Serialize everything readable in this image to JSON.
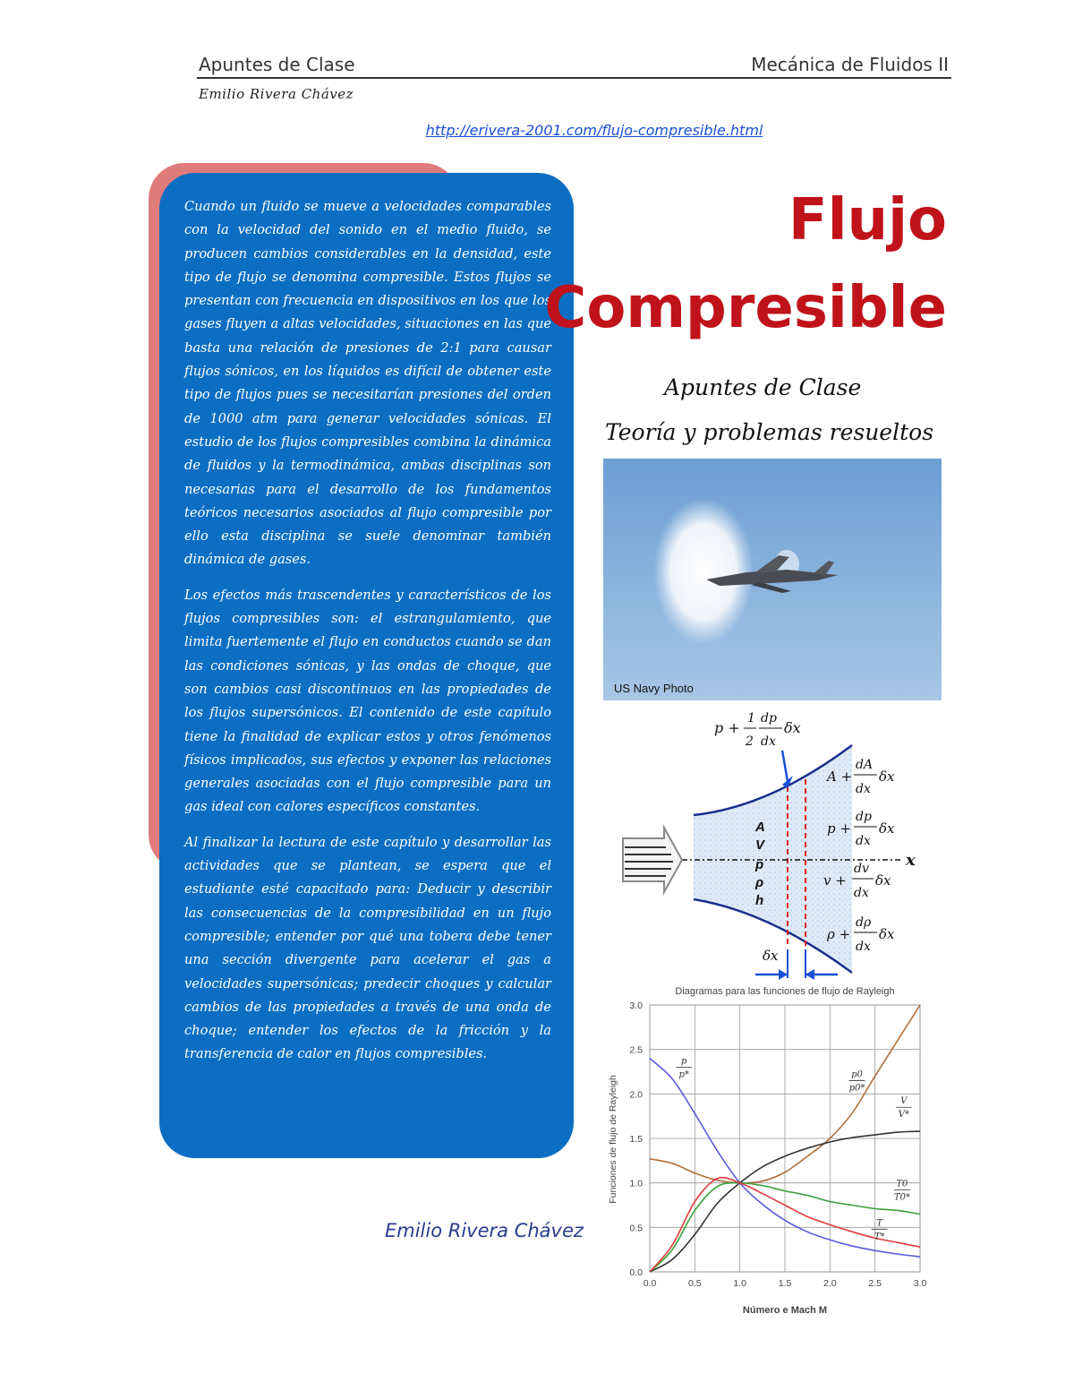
{
  "header": {
    "left": "Apuntes de Clase",
    "right": "Mecánica de Fluidos II",
    "signature": "Emilio Rivera Chávez"
  },
  "url": "http://erivera-2001.com/flujo-compresible.html",
  "title": {
    "line1": "Flujo",
    "line2": "Compresible"
  },
  "subtitle": {
    "line1": "Apuntes de Clase",
    "line2": "Teoría y problemas resueltos"
  },
  "intro": {
    "paragraphs": [
      "Cuando un fluido se mueve a velocidades comparables con la velocidad del sonido en el medio fluido, se producen cambios considerables en la densidad, este tipo de flujo se denomina compresible. Estos flujos se presentan con frecuencia en dispositivos en los que los gases fluyen a altas velocidades, situaciones en las que basta una relación de presiones de 2:1 para causar flujos sónicos, en los líquidos es difícil de obtener este tipo de flujos pues se necesitarían presiones del orden de 1000 atm para generar velocidades sónicas. El estudio de los flujos compresibles combina la dinámica de fluidos y la termodinámica, ambas disciplinas son necesarias para el desarrollo de los fundamentos teóricos necesarios asociados al flujo compresible por ello esta disciplina se suele denominar también dinámica de gases.",
      "Los efectos más trascendentes y característicos de los flujos compresibles son: el estrangulamiento, que limita fuertemente el flujo en conductos cuando se dan las condiciones sónicas, y las ondas de choque, que son cambios casi discontinuos en las propiedades de los flujos supersónicos. El contenido de este capítulo tiene la finalidad de explicar estos y otros fenómenos físicos implicados, sus efectos y exponer las relaciones generales asociadas con el flujo compresible para un gas ideal con calores específicos constantes.",
      "Al finalizar la lectura de este capítulo y desarrollar las actividades que se plantean, se espera que el estudiante esté capacitado para: Deducir y describir las consecuencias de la compresibilidad en un flujo compresible; entender por qué una tobera debe tener una sección divergente para acelerar el gas a velocidades supersónicas; predecir choques y calcular cambios de las propiedades a través de una onda de choque; entender los efectos de la fricción y la transferencia de calor en flujos compresibles."
    ]
  },
  "photo": {
    "caption": "US Navy Photo"
  },
  "nozzle_diagram": {
    "top_label_p": "p +",
    "top_label_frac_num": "1",
    "top_label_frac_den": "2",
    "top_label_d_num": "dp",
    "top_label_d_den": "dx",
    "delta_x": "δx",
    "axis_x": "x",
    "inner_labels": [
      "A",
      "V",
      "p",
      "ρ",
      "h"
    ],
    "right_labels": [
      {
        "base": "A +",
        "num": "dA",
        "den": "dx"
      },
      {
        "base": "p +",
        "num": "dp",
        "den": "dx"
      },
      {
        "base": "v +",
        "num": "dv",
        "den": "dx"
      },
      {
        "base": "ρ +",
        "num": "dρ",
        "den": "dx"
      }
    ]
  },
  "author": "Emilio Rivera Chávez",
  "chart_data": {
    "type": "line",
    "title": "Diagramas para las funciones de flujo de Rayleigh",
    "xlabel": "Número e Mach M",
    "ylabel": "Funciones de flujo de Rayleigh",
    "xlim": [
      0,
      3.0
    ],
    "ylim": [
      0,
      3.0
    ],
    "xticks": [
      "0.0",
      "0.5",
      "1.0",
      "1.5",
      "2.0",
      "2.5",
      "3.0"
    ],
    "yticks": [
      "0.0",
      "0.5",
      "1.0",
      "1.5",
      "2.0",
      "2.5",
      "3.0"
    ],
    "grid": true,
    "x": [
      0,
      0.25,
      0.5,
      0.75,
      1.0,
      1.25,
      1.5,
      1.75,
      2.0,
      2.25,
      2.5,
      2.75,
      3.0
    ],
    "series": [
      {
        "name": "p/p*",
        "color": "#5a5ae0",
        "values": [
          2.4,
          2.17,
          1.78,
          1.36,
          1.0,
          0.76,
          0.58,
          0.45,
          0.36,
          0.29,
          0.24,
          0.2,
          0.17
        ]
      },
      {
        "name": "p0/p0*",
        "color": "#b0703a",
        "values": [
          1.27,
          1.22,
          1.11,
          1.03,
          1.0,
          1.02,
          1.12,
          1.3,
          1.5,
          1.79,
          2.2,
          2.6,
          3.0
        ]
      },
      {
        "name": "V/V*",
        "color": "#333333",
        "values": [
          0,
          0.14,
          0.42,
          0.77,
          1.0,
          1.18,
          1.3,
          1.39,
          1.46,
          1.51,
          1.54,
          1.57,
          1.58
        ]
      },
      {
        "name": "T0/T0*",
        "color": "#3aa03a",
        "values": [
          0,
          0.25,
          0.69,
          0.96,
          1.0,
          0.97,
          0.91,
          0.86,
          0.79,
          0.75,
          0.71,
          0.69,
          0.65
        ]
      },
      {
        "name": "T/T*",
        "color": "#e03a3a",
        "values": [
          0,
          0.3,
          0.79,
          1.05,
          1.0,
          0.88,
          0.75,
          0.62,
          0.53,
          0.45,
          0.38,
          0.33,
          0.28
        ]
      }
    ],
    "legend_labels": [
      {
        "num": "p",
        "den": "p*"
      },
      {
        "num": "p0",
        "den": "p0*"
      },
      {
        "num": "V",
        "den": "V*"
      },
      {
        "num": "T0",
        "den": "T0*"
      },
      {
        "num": "T",
        "den": "T*"
      }
    ]
  }
}
